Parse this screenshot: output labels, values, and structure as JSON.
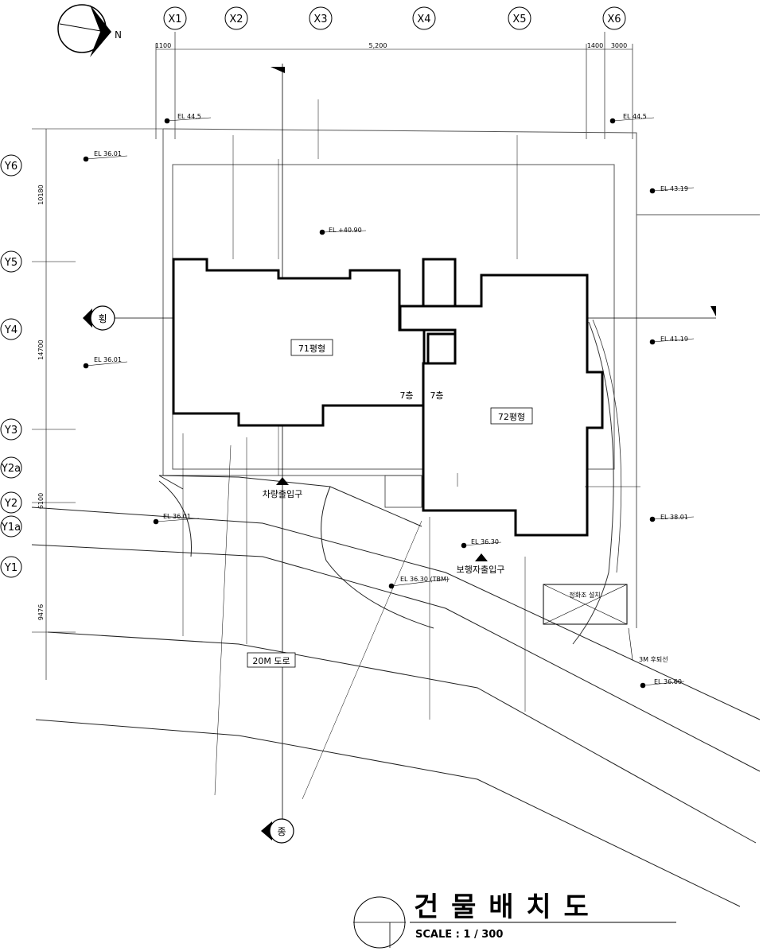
{
  "grid": {
    "x_labels": [
      "X1",
      "X2",
      "X3",
      "X4",
      "X5",
      "X6"
    ],
    "y_labels": [
      "Y6",
      "Y5",
      "Y4",
      "Y3",
      "Y2a",
      "Y2",
      "Y1a",
      "Y1"
    ]
  },
  "top_dims": [
    "1100",
    "5,200",
    "1400",
    "3000"
  ],
  "left_dims": [
    "10180",
    "14700",
    "6100",
    "9476"
  ],
  "elevations": {
    "el_44_5_left": "EL 44.5",
    "el_44_5_right": "EL 44.5",
    "el_36_01_top": "EL 36.01",
    "el_36_01_mid": "EL 36.01",
    "el_36_01_low": "EL 36.01",
    "el_40_90": "EL +40.90",
    "el_43_19": "EL 43.19",
    "el_41_19": "EL 41.19",
    "el_38_01": "EL 38.01",
    "el_36_30": "EL 36.30",
    "el_36_30_tbm": "EL 36.30 (TBM)",
    "el_36_60": "EL 36.60"
  },
  "buildings": {
    "b71_label": "71평형",
    "b72_label": "72평형",
    "floors_left": "7층",
    "floors_right": "7층"
  },
  "annotations": {
    "vehicle_entrance": "차량출입구",
    "pedestrian_entrance": "보행자출입구",
    "road": "20M 도로",
    "septic": "정화조 설치",
    "setback": "3M 후퇴선",
    "section_h": "횡",
    "section_v": "종",
    "north": "N"
  },
  "title": {
    "main": "건 물 배 치 도",
    "scale": "SCALE : 1 / 300"
  }
}
